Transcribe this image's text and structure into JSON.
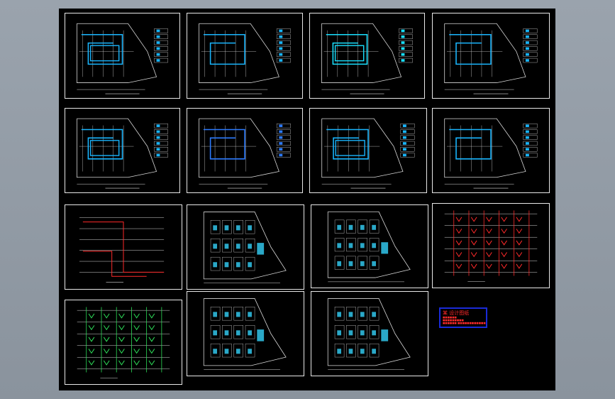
{
  "title_block": {
    "heading": "某 设计图纸",
    "lines": [
      "■■■■■■",
      "■■■■■■■■■",
      "■■■■■■ ■■■■■■■■■■■■"
    ]
  },
  "sheets": [
    {
      "id": "s1",
      "kind": "plan",
      "accent": "#19b6ff"
    },
    {
      "id": "s2",
      "kind": "plan",
      "accent": "#19b6ff"
    },
    {
      "id": "s3",
      "kind": "plan",
      "accent": "#19e0ff"
    },
    {
      "id": "s4",
      "kind": "plan",
      "accent": "#19b6ff"
    },
    {
      "id": "s5",
      "kind": "plan",
      "accent": "#19b6ff"
    },
    {
      "id": "s6",
      "kind": "plan",
      "accent": "#2c7bff"
    },
    {
      "id": "s7",
      "kind": "plan",
      "accent": "#19b6ff"
    },
    {
      "id": "s8",
      "kind": "plan",
      "accent": "#19b6ff"
    },
    {
      "id": "s9",
      "kind": "riser",
      "accent": "#ff2a2a"
    },
    {
      "id": "s10",
      "kind": "plan-rooms",
      "accent": "#2aa8c8"
    },
    {
      "id": "s11",
      "kind": "plan-rooms",
      "accent": "#2aa8c8"
    },
    {
      "id": "s12",
      "kind": "grid",
      "accent": "#ff2a2a"
    },
    {
      "id": "s13",
      "kind": "grid",
      "accent": "#2ee05a"
    },
    {
      "id": "s14",
      "kind": "plan-rooms",
      "accent": "#2aa8c8"
    },
    {
      "id": "s15",
      "kind": "plan-rooms",
      "accent": "#2aa8c8"
    }
  ],
  "colors": {
    "background": "#000000",
    "frame": "#e8e8e8",
    "legend_border": "#1a2bd8",
    "legend_text": "#ff2a2a"
  }
}
